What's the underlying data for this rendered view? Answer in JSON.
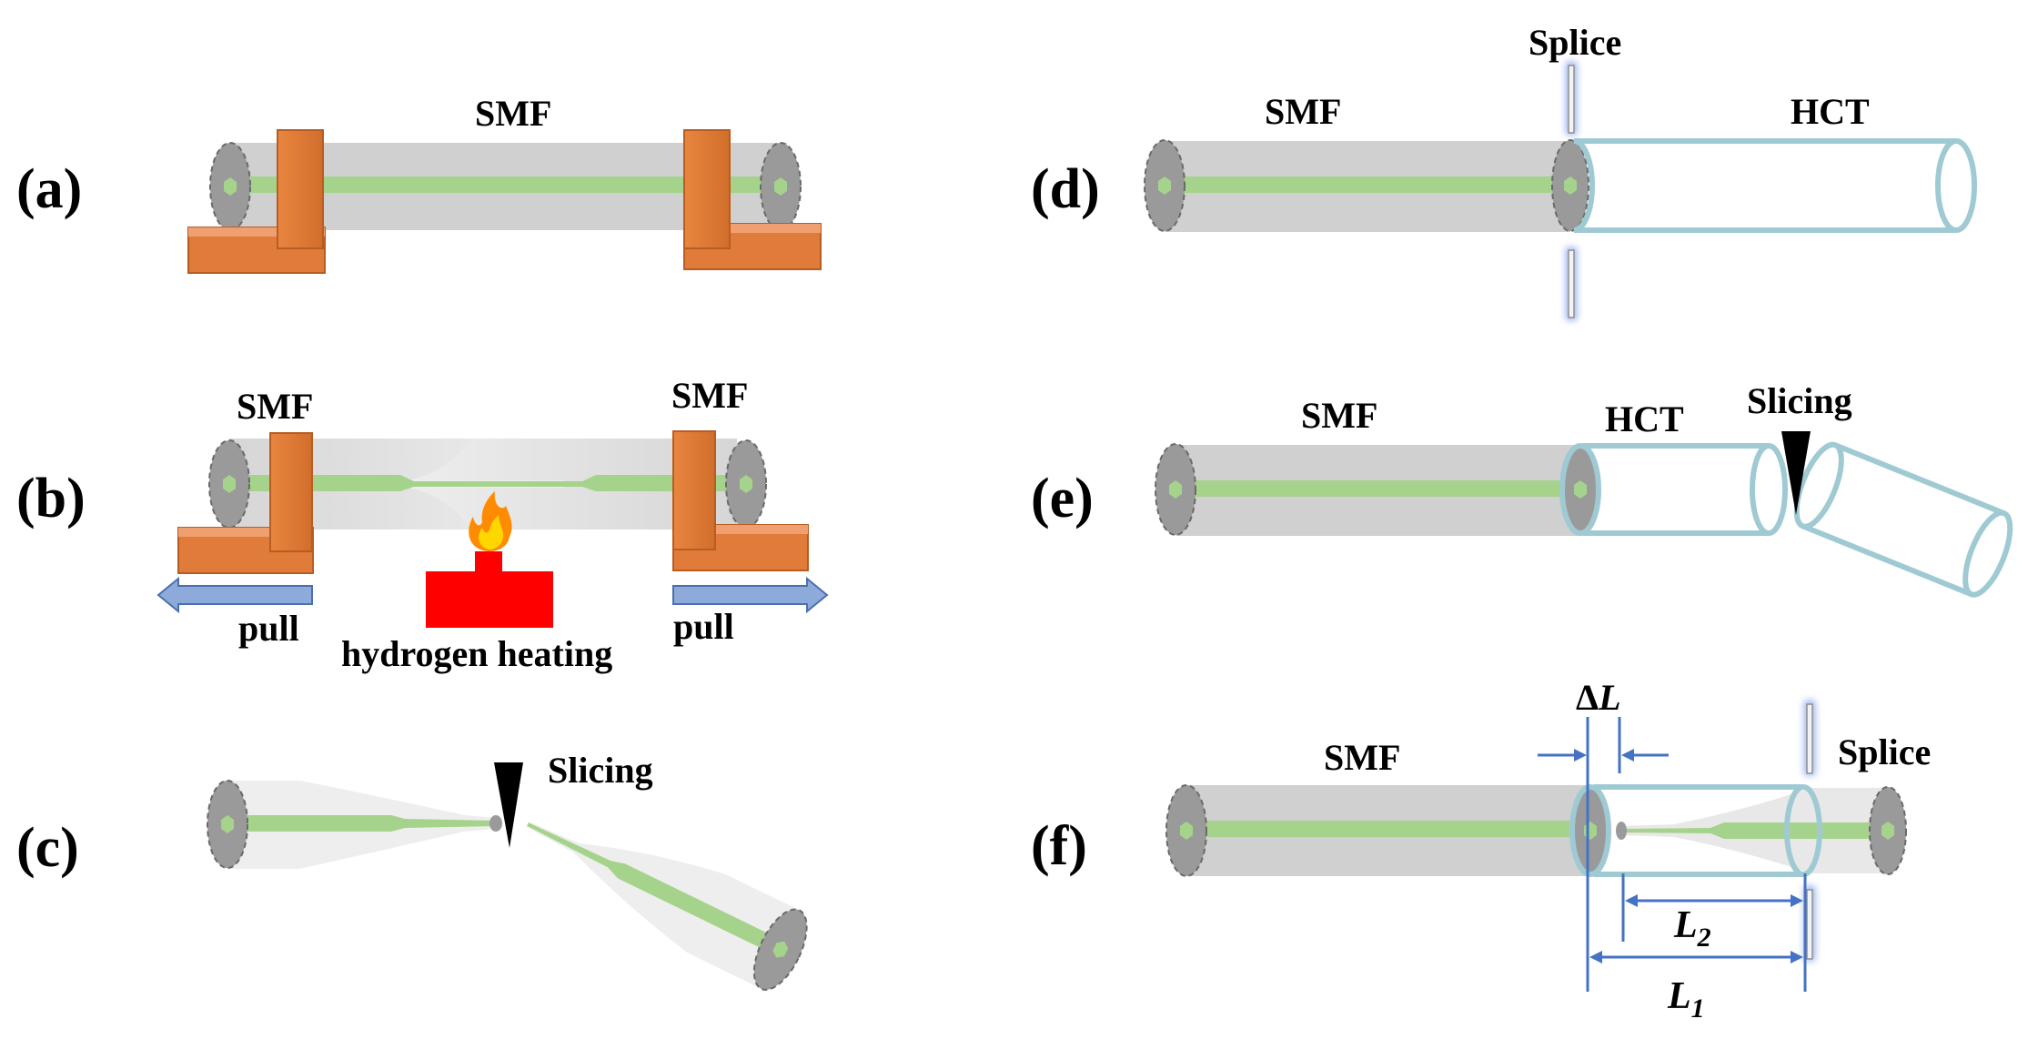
{
  "panels": {
    "a": "(a)",
    "b": "(b)",
    "c": "(c)",
    "d": "(d)",
    "e": "(e)",
    "f": "(f)"
  },
  "labels": {
    "smf": "SMF",
    "hct": "HCT",
    "splice": "Splice",
    "slicing": "Slicing",
    "pull": "pull",
    "heating": "hydrogen heating",
    "delta_l": "ΔL",
    "l_sym": "L",
    "l2_sub": "2",
    "l1_sub": "1"
  },
  "colors": {
    "fiber_cladding": "#d0d0d0",
    "fiber_core": "#a6d38b",
    "end_face": "#9a9a9a",
    "clamp": "#e07b39",
    "tube": "#9fcad3",
    "heater": "#ff0000",
    "arrow": "#8eaadb",
    "dimension": "#4472c4"
  }
}
